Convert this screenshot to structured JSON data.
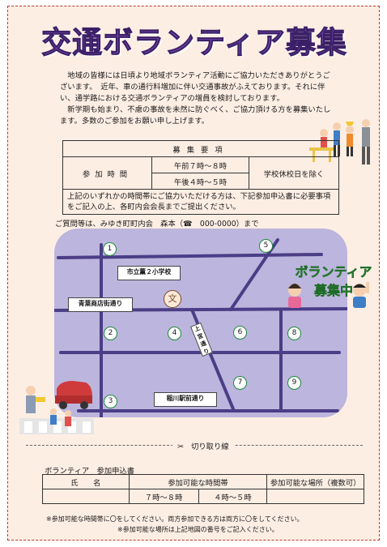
{
  "title": "交通ボランティア募集",
  "intro": {
    "p1": "地域の皆様には日頃より地域ボランティア活動にご協力いただきありがとうございます。　近年、車の通行料増加に伴い交通事故がふえております。それに伴い、通学路における交通ボランティアの増員を検討しております。",
    "p2": "新学期も始まり、不慮の事故を未然に防ぐべく、ご協力頂ける方を募集いたします。多数のご参加をお願い申し上げます。"
  },
  "requirements": {
    "header": "募集要項",
    "time_label": "参加時間",
    "morning": "午前７時～８時",
    "afternoon": "午後４時～５時",
    "exception": "学校休校日を除く",
    "note": "上記のいずれかの時間帯にご協力いただける方は、下記参加申込書に必要事項をご記入の上、各町内会会長までご提出ください。"
  },
  "inquiry": "ご質問等は、みゆき町町内会　森本（☎　000-0000）まで",
  "map": {
    "places": {
      "school": "市立薫２小学校",
      "aomori": "青葉商店街通り",
      "kamimiya": "上宮通り",
      "inagawa": "稲川駅前通り"
    },
    "school_mark": "文",
    "points": [
      "1",
      "2",
      "3",
      "4",
      "5",
      "6",
      "7",
      "8",
      "9"
    ]
  },
  "volunteer_badge": {
    "line1": "ボランティア",
    "line2": "募集中"
  },
  "cut_label": "✂　切り取り線",
  "application": {
    "title": "ボランティア　参加申込書",
    "col_name": "氏　　名",
    "col_time": "参加可能な時間帯",
    "col_place": "参加可能な場所（複数可）",
    "slot1": "７時～８時",
    "slot2": "４時～５時"
  },
  "notes": {
    "n1": "※参加可能な時間帯に〇をしてください。両方参加できる方は両方に〇をしてください。",
    "n2": "※参加可能な場所は上記地図の番号をご記入ください。"
  },
  "colors": {
    "title": "#7d4fb5",
    "paper": "#fdeee4",
    "map": "#bcb5dd",
    "road": "#4b3d86",
    "badge": "#41a049"
  }
}
